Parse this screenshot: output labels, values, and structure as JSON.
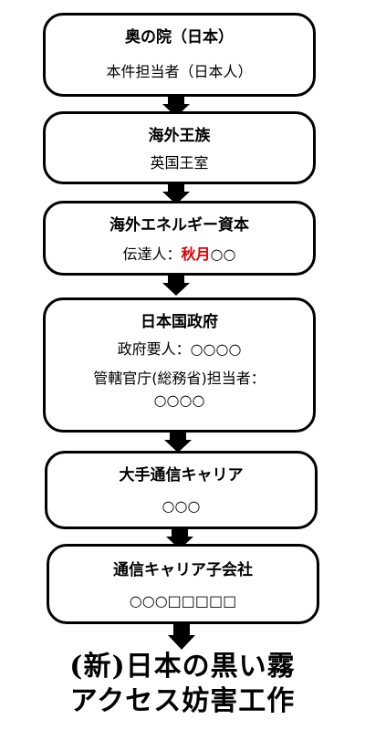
{
  "boxes": [
    {
      "title": "奥の院（日本）",
      "lines": [
        "本件担当者（日本人）"
      ]
    },
    {
      "title": "海外王族",
      "lines": [
        "英国王室"
      ]
    },
    {
      "title": "海外エネルギー資本",
      "line_prefix": "伝達人：",
      "line_highlight": "秋月",
      "line_suffix": "○○",
      "highlight_color": "#e00000"
    },
    {
      "title": "日本国政府",
      "lines": [
        "政府要人：○○○○",
        "管轄官庁(総務省)担当者：",
        "○○○○"
      ]
    },
    {
      "title": "大手通信キャリア",
      "lines": [
        "○○○"
      ]
    },
    {
      "title": "通信キャリア子会社",
      "lines": [
        "○○○□□□□□"
      ]
    }
  ],
  "footer": {
    "line1": "(新)日本の黒い霧",
    "line2": "アクセス妨害工作"
  }
}
